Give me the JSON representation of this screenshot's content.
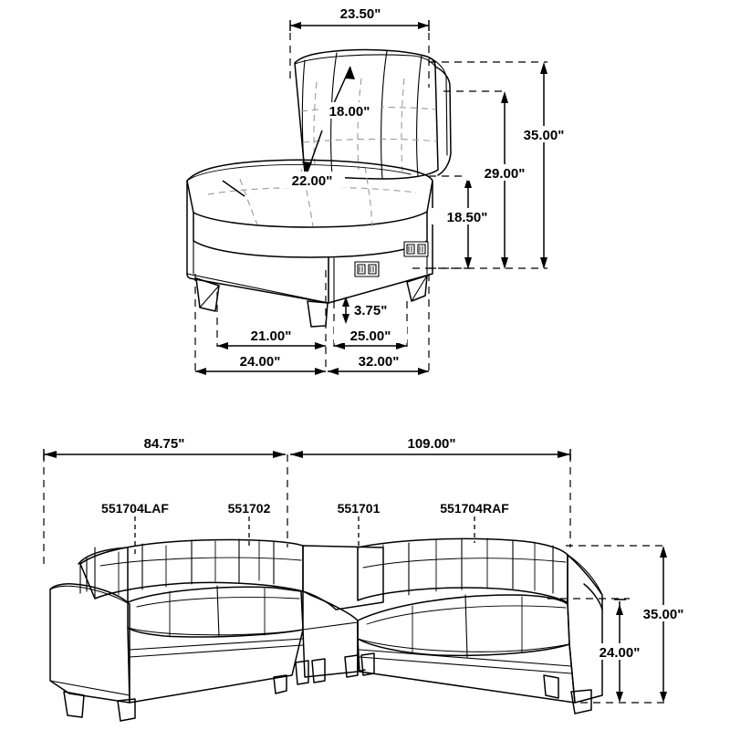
{
  "diagram": {
    "type": "furniture-dimension-drawing",
    "units": "inches",
    "line_color": "#000000",
    "background_color": "#ffffff"
  },
  "top_view": {
    "title": "armless-chair-module",
    "dimensions": {
      "back_width": "23.50\"",
      "seat_back_height": "18.00\"",
      "seat_depth": "22.00\"",
      "seat_height": "18.50\"",
      "arm_height": "29.00\"",
      "overall_height": "35.00\"",
      "leg_height": "3.75\"",
      "inner_depth_front": "21.00\"",
      "inner_depth_back": "25.00\"",
      "base_depth_front": "24.00\"",
      "base_depth_back": "32.00\""
    }
  },
  "bottom_view": {
    "title": "sectional-assembly",
    "dimensions": {
      "left_span": "84.75\"",
      "right_span": "109.00\"",
      "seat_height": "24.00\"",
      "overall_height": "35.00\""
    },
    "module_labels": [
      {
        "code": "551704LAF"
      },
      {
        "code": "551702"
      },
      {
        "code": "551701"
      },
      {
        "code": "551704RAF"
      }
    ]
  }
}
